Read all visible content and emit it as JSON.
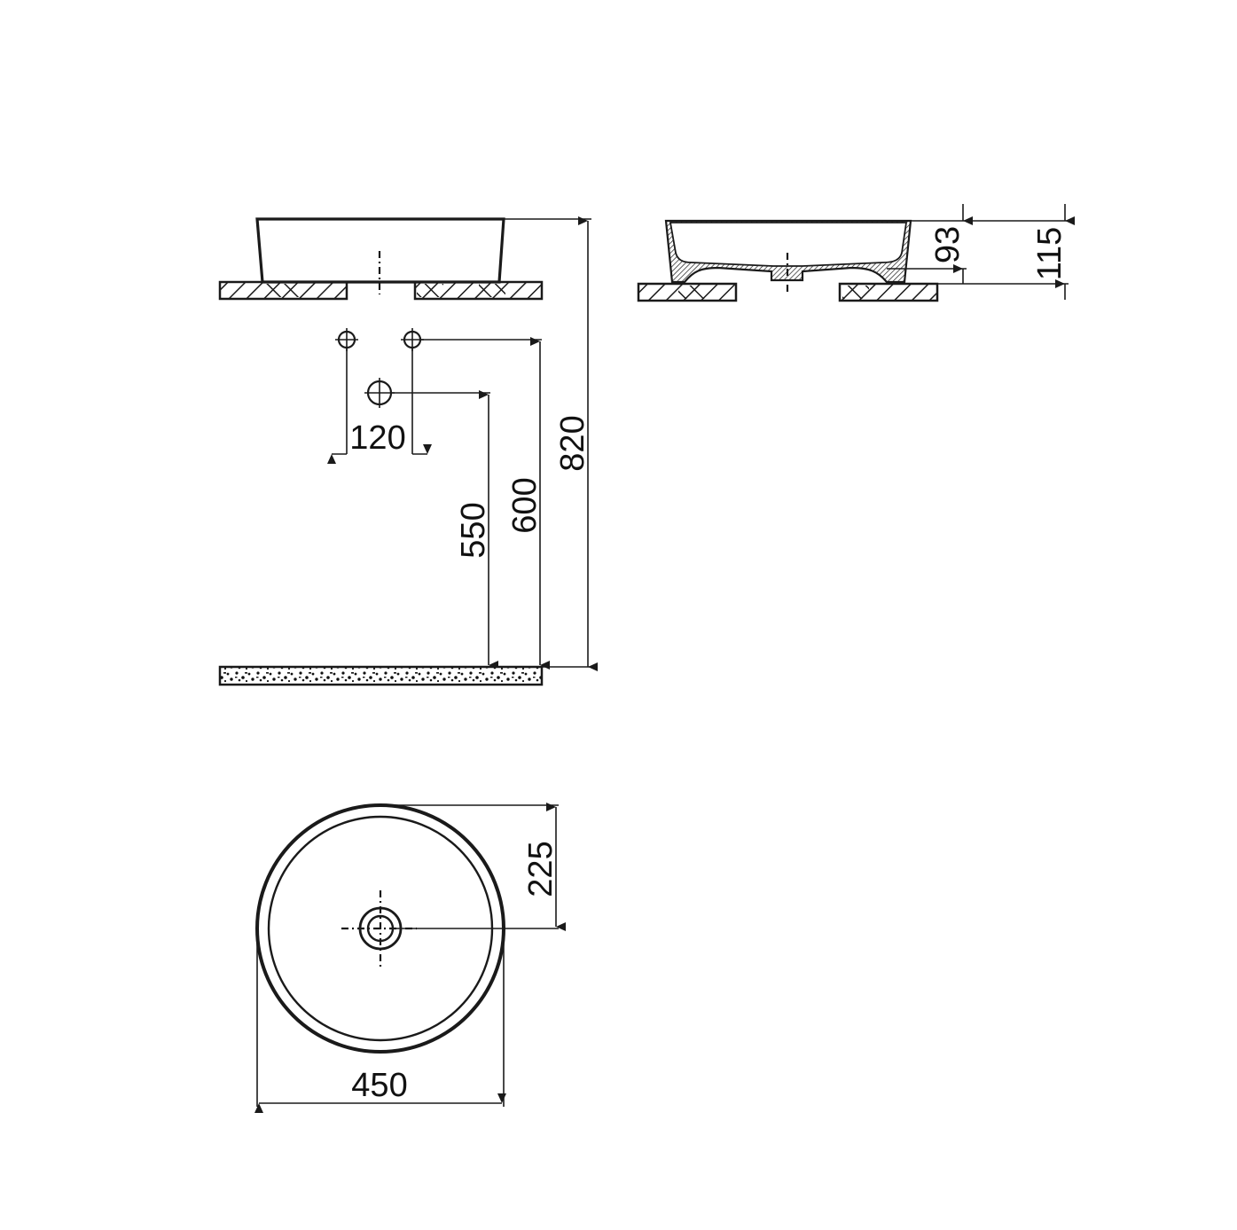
{
  "drawing": {
    "title": "Countertop washbasin technical drawing",
    "units": "mm",
    "views": {
      "front_elevation": {
        "dimensions": {
          "tap_hole_spacing": "120",
          "waste_height": "550",
          "tap_height": "600",
          "total_height": "820"
        }
      },
      "side_section": {
        "dimensions": {
          "inner_depth": "93",
          "total_height": "115"
        }
      },
      "plan_view": {
        "dimensions": {
          "diameter": "450",
          "radius": "225"
        }
      }
    },
    "colors": {
      "line": "#1a1a1a",
      "background": "#ffffff"
    }
  }
}
